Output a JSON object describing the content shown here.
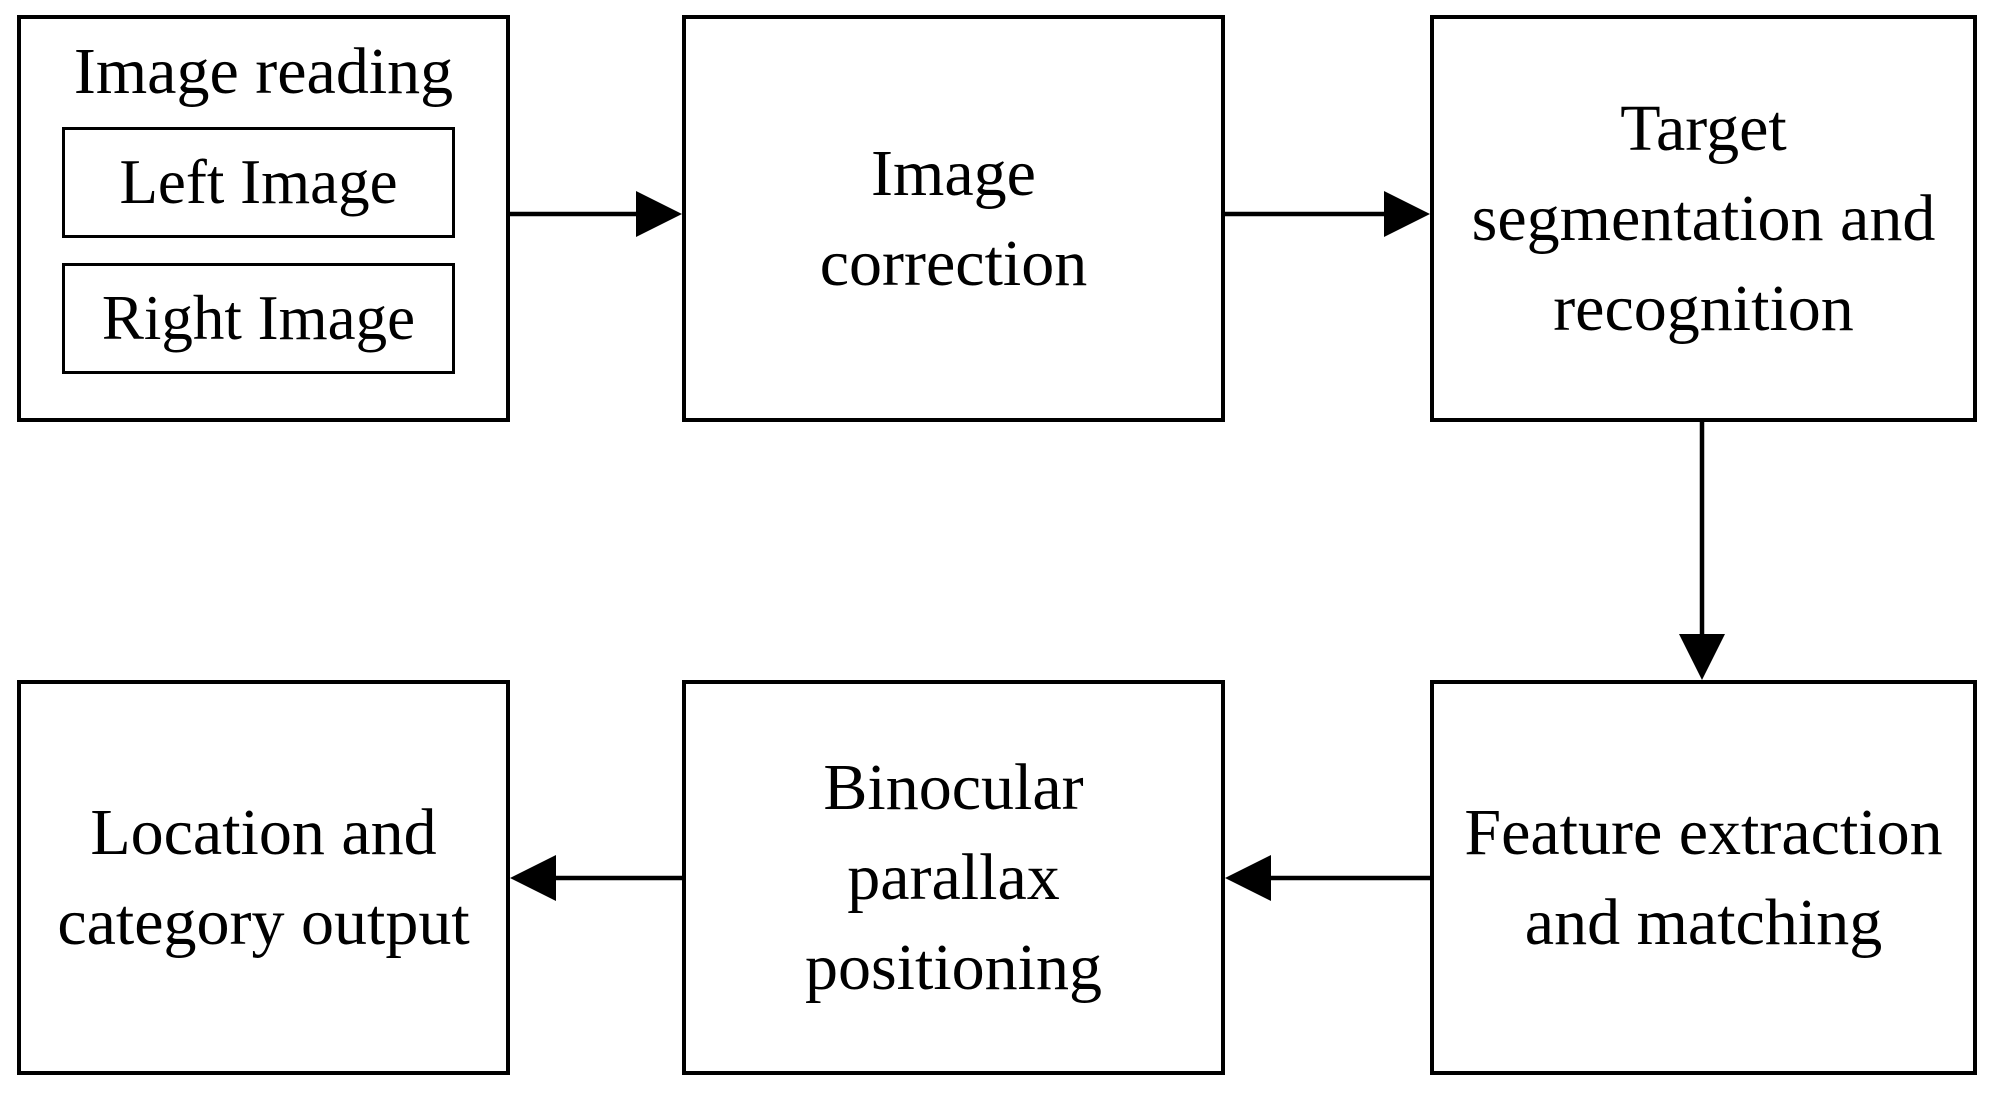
{
  "diagram": {
    "type": "flowchart",
    "background_color": "#ffffff",
    "line_color": "#000000",
    "text_color": "#000000",
    "nodes": {
      "image_reading": {
        "title": "Image reading",
        "children": {
          "left_image": "Left Image",
          "right_image": "Right Image"
        }
      },
      "image_correction": {
        "lines": [
          "Image",
          "correction"
        ]
      },
      "target_segmentation": {
        "lines": [
          "Target",
          "segmentation and",
          "recognition"
        ]
      },
      "feature_extraction": {
        "lines": [
          "Feature extraction",
          "and matching"
        ]
      },
      "binocular_parallax": {
        "lines": [
          "Binocular",
          "parallax",
          "positioning"
        ]
      },
      "location_category_output": {
        "lines": [
          "Location and",
          "category output"
        ]
      }
    },
    "flow": [
      "image_reading -> image_correction",
      "image_correction -> target_segmentation",
      "target_segmentation -> feature_extraction",
      "feature_extraction -> binocular_parallax",
      "binocular_parallax -> location_category_output"
    ]
  }
}
